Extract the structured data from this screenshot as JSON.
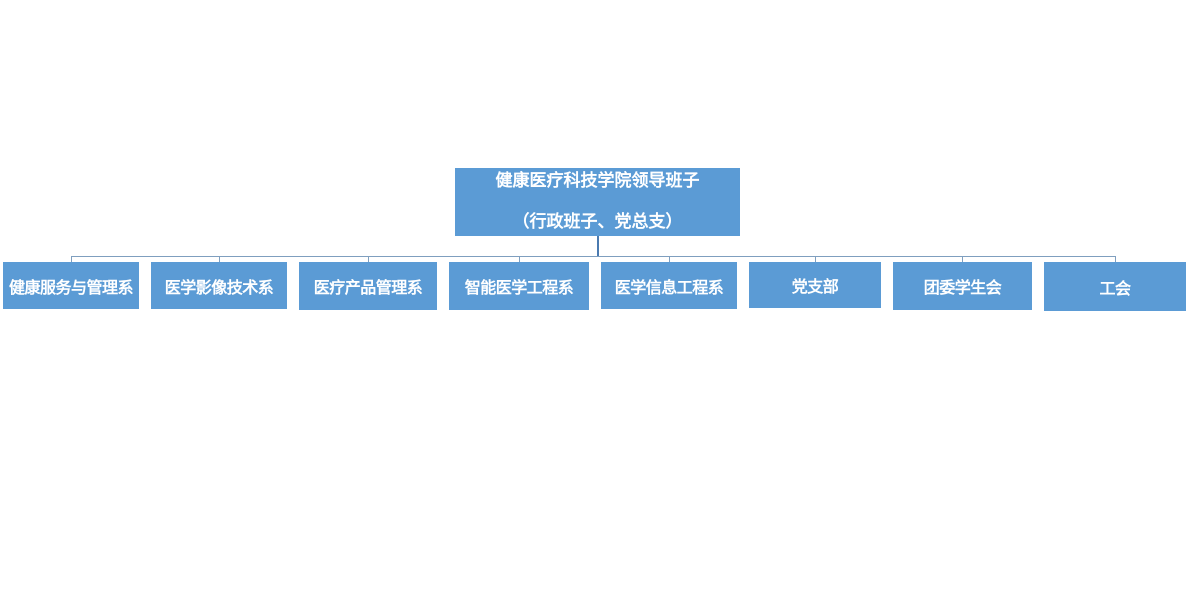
{
  "chart": {
    "root": {
      "line1": "健康医疗科技学院领导班子",
      "line2": "（行政班子、党总支）"
    },
    "children": [
      "健康服务与管理系",
      "医学影像技术系",
      "医疗产品管理系",
      "智能医学工程系",
      "医学信息工程系",
      "党支部",
      "团委学生会",
      "工会"
    ]
  },
  "colors": {
    "node_fill": "#5b9bd5",
    "node_text": "#ffffff",
    "connector": "#7f9fbf"
  }
}
